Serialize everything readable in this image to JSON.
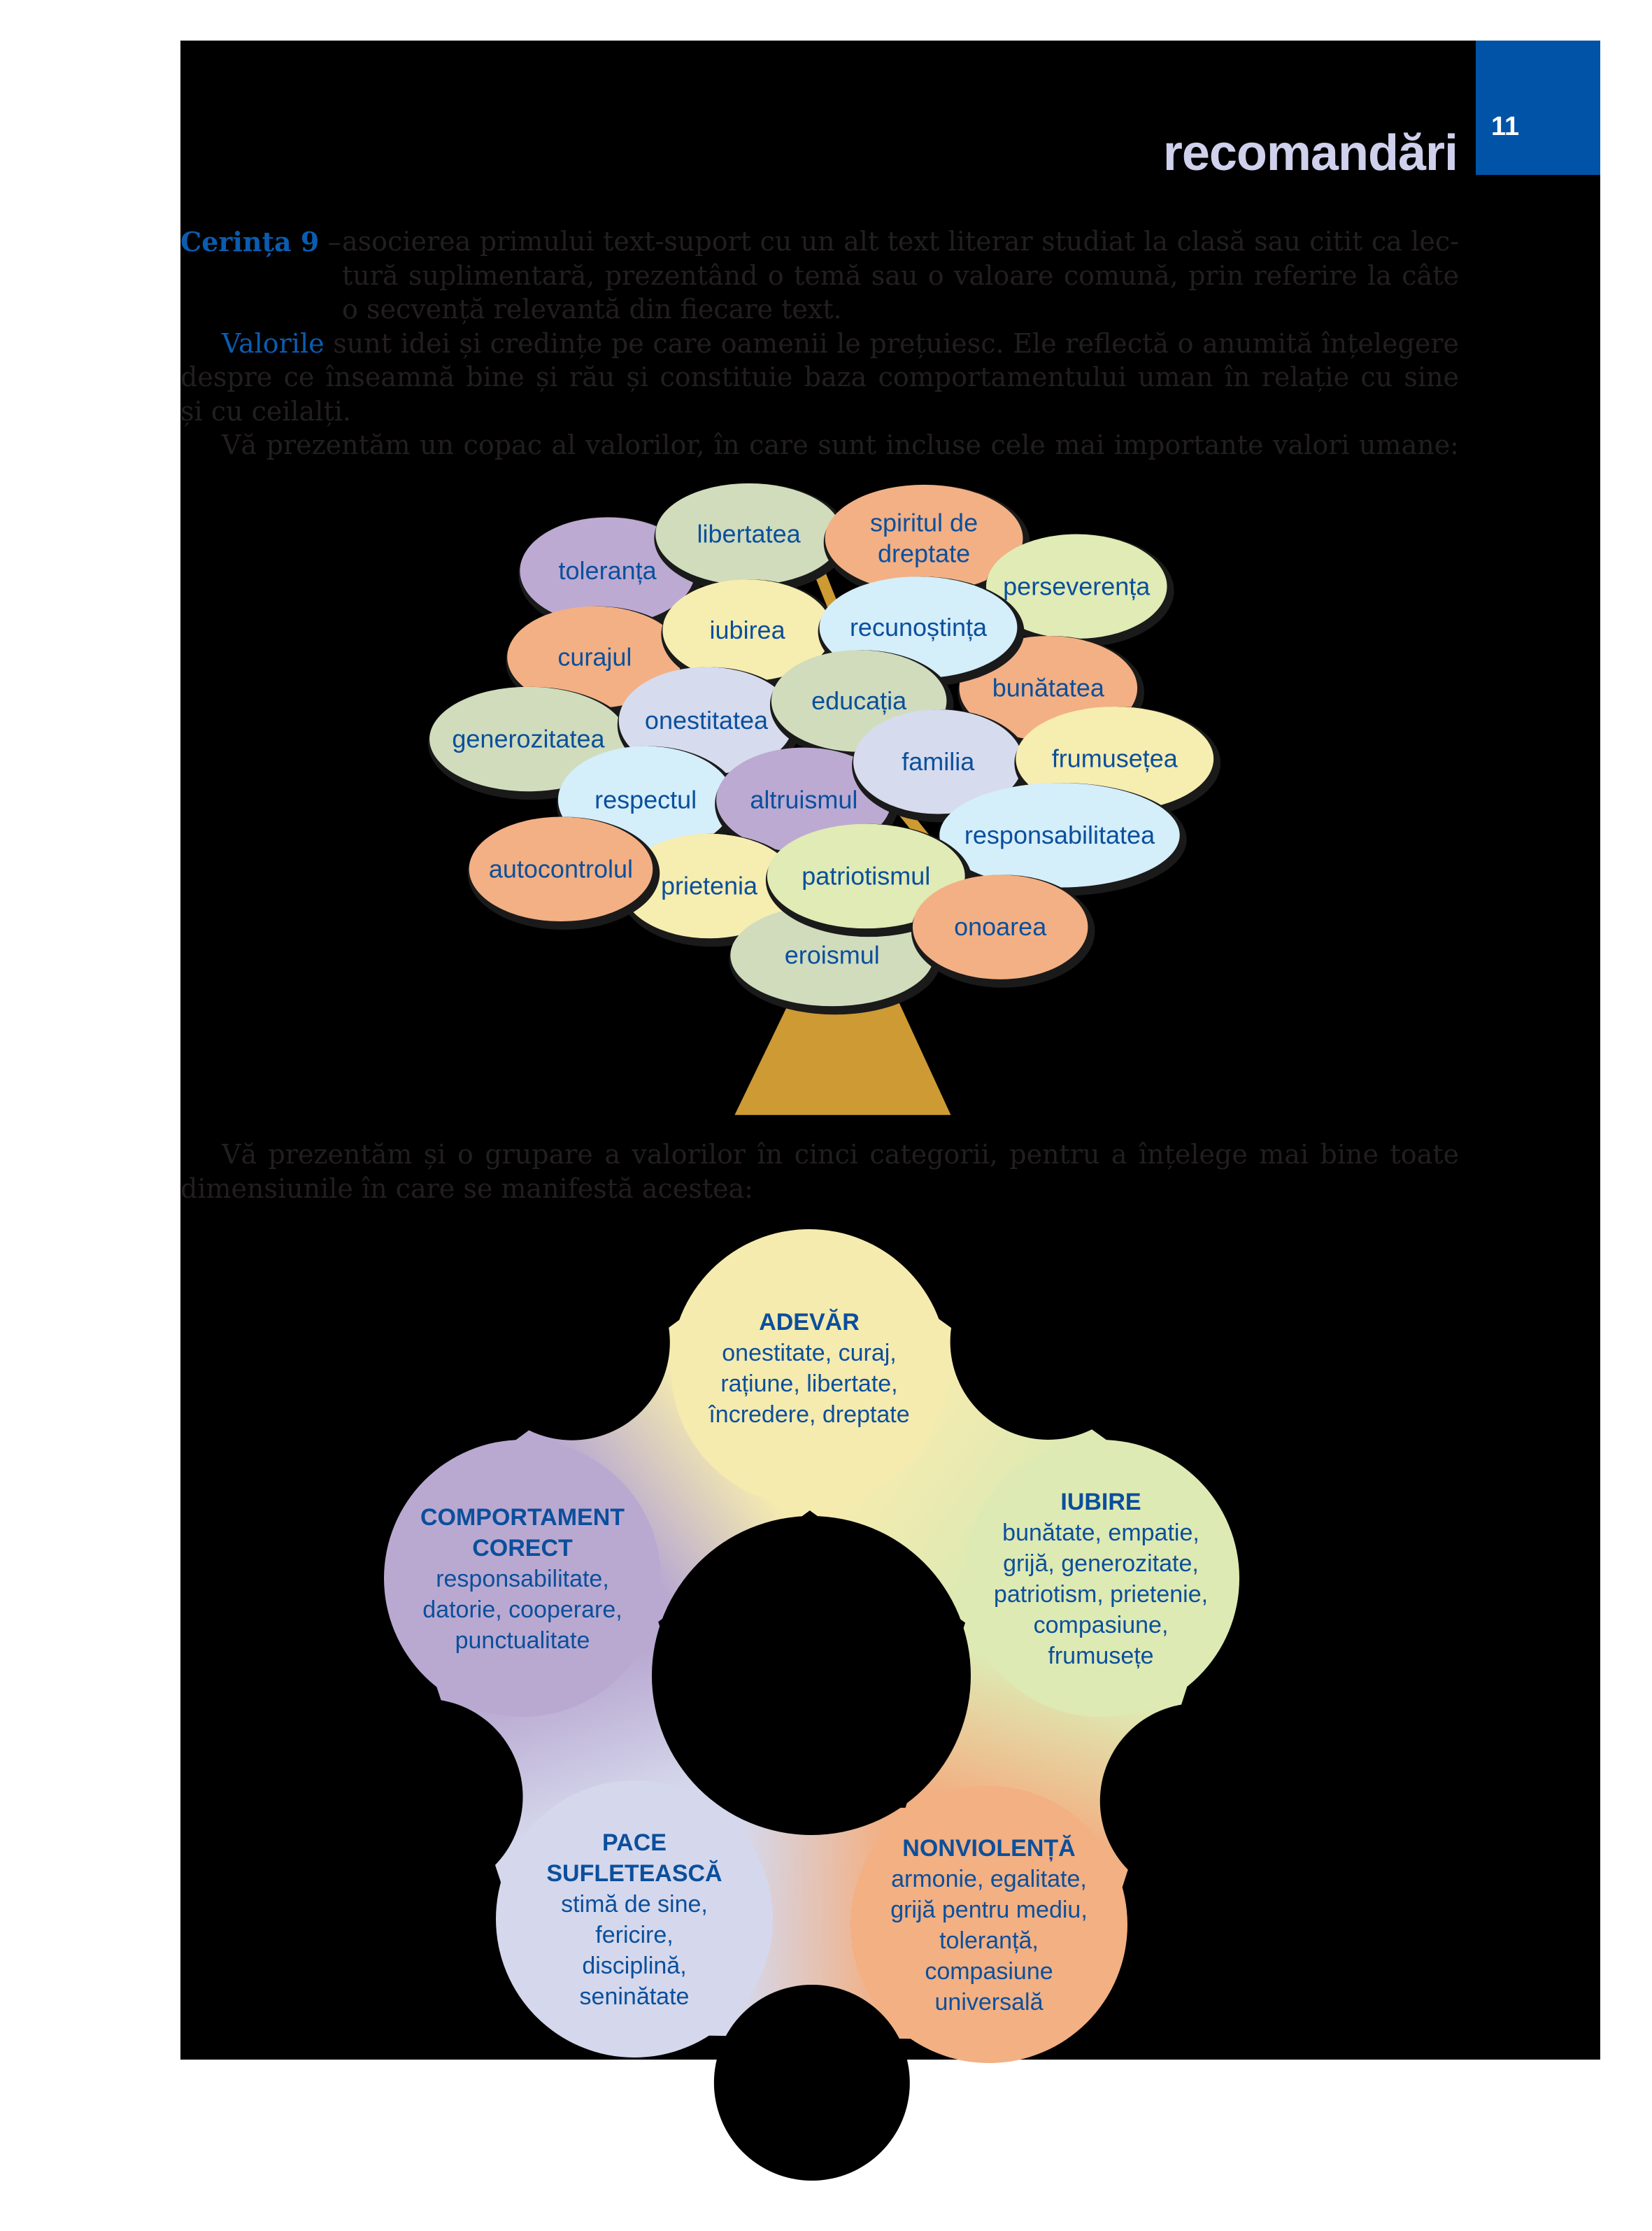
{
  "header": {
    "page_number": "11",
    "section_title": "recomandări"
  },
  "intro": {
    "cerinta_label": "Cerința 9",
    "cerinta_dash": " – ",
    "cerinta_lines": [
      "asocierea primului text-suport cu un alt text literar studiat la clasă sau citit ca lec-",
      "tură suplimentară, prezentând o temă sau o valoare comună, prin referire la câte",
      "o secvență relevantă din fiecare text."
    ],
    "valorile_label": "Valorile",
    "valorile_lines": [
      " sunt idei și credințe pe care oamenii le prețuiesc. Ele reflectă o anumită înțelegere",
      "despre ce înseamnă bine și rău și constituie baza comportamentului uman în relație cu sine",
      "și cu ceilalți."
    ],
    "tree_intro": "Vă prezentăm un copac al valorilor, în care sunt incluse cele mai importante valori umane:"
  },
  "tree": {
    "values": [
      {
        "label": "toleranța",
        "color": "#bcaad2"
      },
      {
        "label": "libertatea",
        "color": "#d0dcbc"
      },
      {
        "label": "spiritul de dreptate",
        "color": "#f3b084"
      },
      {
        "label": "perseverența",
        "color": "#e0ebb5"
      },
      {
        "label": "curajul",
        "color": "#f3b084"
      },
      {
        "label": "iubirea",
        "color": "#f6edb0"
      },
      {
        "label": "bunătatea",
        "color": "#f3b084"
      },
      {
        "label": "recunoștința",
        "color": "#d4eefa"
      },
      {
        "label": "generozitatea",
        "color": "#d0dcbc"
      },
      {
        "label": "onestitatea",
        "color": "#d6dbed"
      },
      {
        "label": "educația",
        "color": "#d0dcbc"
      },
      {
        "label": "respectul",
        "color": "#d4eefa"
      },
      {
        "label": "altruismul",
        "color": "#bcaad2"
      },
      {
        "label": "familia",
        "color": "#d6dbed"
      },
      {
        "label": "frumusețea",
        "color": "#f6edb0"
      },
      {
        "label": "responsabilitatea",
        "color": "#d4eefa"
      },
      {
        "label": "prietenia",
        "color": "#f6edb0"
      },
      {
        "label": "autocontrolul",
        "color": "#f3b084"
      },
      {
        "label": "eroismul",
        "color": "#d0dcbc"
      },
      {
        "label": "patriotismul",
        "color": "#e0ebb5"
      },
      {
        "label": "onoarea",
        "color": "#f3b084"
      }
    ],
    "trunk_color": "#cd9a33"
  },
  "categories_intro": [
    "Vă prezentăm și o grupare a valorilor în cinci categorii, pentru a înțelege mai bine toate",
    "dimensiunile în care se manifestă acestea:"
  ],
  "categories": [
    {
      "title": [
        "ADEVĂR"
      ],
      "items": [
        "onestitate, curaj,",
        "rațiune, libertate,",
        "încredere, dreptate"
      ],
      "color": "#f5ebaf"
    },
    {
      "title": [
        "IUBIRE"
      ],
      "items": [
        "bunătate, empatie,",
        "grijă, generozitate,",
        "patriotism, prietenie,",
        "compasiune,",
        "frumusețe"
      ],
      "color": "#deeab3"
    },
    {
      "title": [
        "NONVIOLENȚĂ"
      ],
      "items": [
        "armonie, egalitate,",
        "grijă pentru mediu,",
        "toleranță,",
        "compasiune",
        "universală"
      ],
      "color": "#f2b083"
    },
    {
      "title": [
        "PACE",
        "SUFLETEASCĂ"
      ],
      "items": [
        "stimă de sine,",
        "fericire,",
        "disciplină,",
        "seninătate"
      ],
      "color": "#d5d8ec"
    },
    {
      "title": [
        "COMPORTAMENT",
        "CORECT"
      ],
      "items": [
        "responsabilitate,",
        "datorie, cooperare,",
        "punctualitate"
      ],
      "color": "#b9a9d1"
    }
  ],
  "colors": {
    "text_blue": "#0b4f9c",
    "accent_blue": "#0053a6",
    "body_text": "#231f20"
  }
}
